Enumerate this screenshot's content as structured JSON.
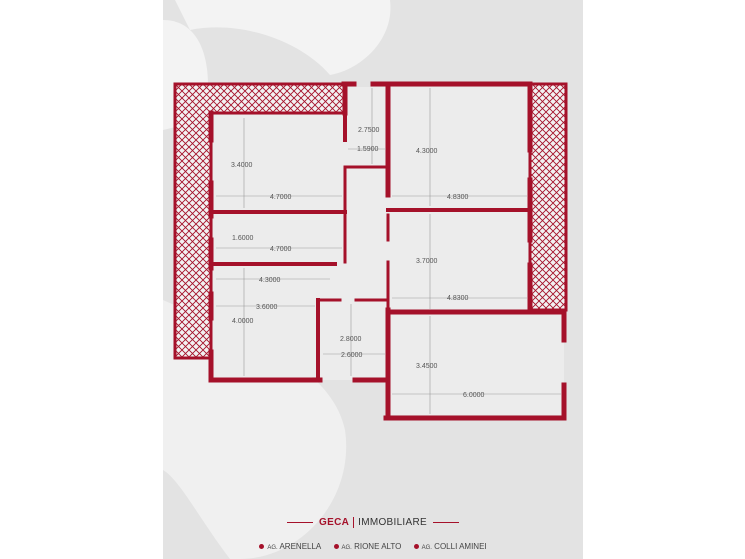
{
  "colors": {
    "wall": "#a5112a",
    "panel": "#e3e3e3",
    "floor": "#e9e9e9",
    "watermark": "#f4f4f4"
  },
  "dimensions": {
    "d_275": "2.7500",
    "d_159": "1.5900",
    "d_340": "3.4000",
    "d_470a": "4.7000",
    "d_160": "1.6000",
    "d_470b": "4.7000",
    "d_430_left": "4.3000",
    "d_360": "3.6000",
    "d_400": "4.0000",
    "d_280": "2.8000",
    "d_260": "2.6000",
    "d_430_right": "4.3000",
    "d_483a": "4.8300",
    "d_370": "3.7000",
    "d_483b": "4.8300",
    "d_345": "3.4500",
    "d_600": "6.0000"
  },
  "footer": {
    "brand_geca": "GECA",
    "brand_immobiliare": "IMMOBILIARE",
    "agencies": [
      {
        "prefix": "AG.",
        "name": "ARENELLA"
      },
      {
        "prefix": "AG.",
        "name": "RIONE ALTO"
      },
      {
        "prefix": "AG.",
        "name": "COLLI AMINEI"
      }
    ]
  }
}
